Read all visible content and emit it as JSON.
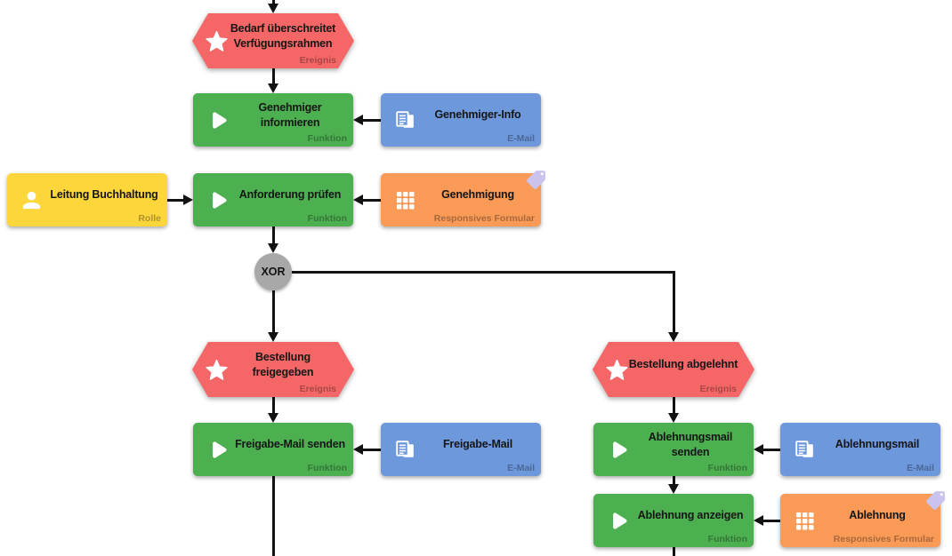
{
  "diagram_type": "EPC process diagram",
  "gateway": {
    "label": "XOR"
  },
  "type_labels": {
    "event": "Ereignis",
    "function": "Funktion",
    "email": "E-Mail",
    "role": "Rolle",
    "form": "Responsives Formular"
  },
  "nodes": [
    {
      "title": "Bedarf überschreitet Verfügungsrahmen",
      "type_label": "Ereignis",
      "icon": "star-icon"
    },
    {
      "title": "Genehmiger informieren",
      "type_label": "Funktion",
      "icon": "play-icon"
    },
    {
      "title": "Genehmiger-Info",
      "type_label": "E-Mail",
      "icon": "document-icon"
    },
    {
      "title": "Leitung Buchhaltung",
      "type_label": "Rolle",
      "icon": "person-icon"
    },
    {
      "title": "Anforderung prüfen",
      "type_label": "Funktion",
      "icon": "play-icon"
    },
    {
      "title": "Genehmigung",
      "type_label": "Responsives Formular",
      "icon": "grid-icon"
    },
    {
      "title": "Bestellung freigegeben",
      "type_label": "Ereignis",
      "icon": "star-icon"
    },
    {
      "title": "Freigabe-Mail senden",
      "type_label": "Funktion",
      "icon": "play-icon"
    },
    {
      "title": "Freigabe-Mail",
      "type_label": "E-Mail",
      "icon": "document-icon"
    },
    {
      "title": "Bestellung abgelehnt",
      "type_label": "Ereignis",
      "icon": "star-icon"
    },
    {
      "title": "Ablehnungsmail senden",
      "type_label": "Funktion",
      "icon": "play-icon"
    },
    {
      "title": "Ablehnungsmail",
      "type_label": "E-Mail",
      "icon": "document-icon"
    },
    {
      "title": "Ablehnung anzeigen",
      "type_label": "Funktion",
      "icon": "play-icon"
    },
    {
      "title": "Ablehnung",
      "type_label": "Responsives Formular",
      "icon": "grid-icon"
    }
  ],
  "colors": {
    "event_red": "#f56767",
    "function_green": "#4caf50",
    "email_blue": "#6d98dc",
    "role_yellow": "#fdd63c",
    "form_orange": "#f99a57",
    "gateway_gray": "#a8a8a8",
    "tag_lavender": "#c9c3ee",
    "connector": "#121212"
  }
}
